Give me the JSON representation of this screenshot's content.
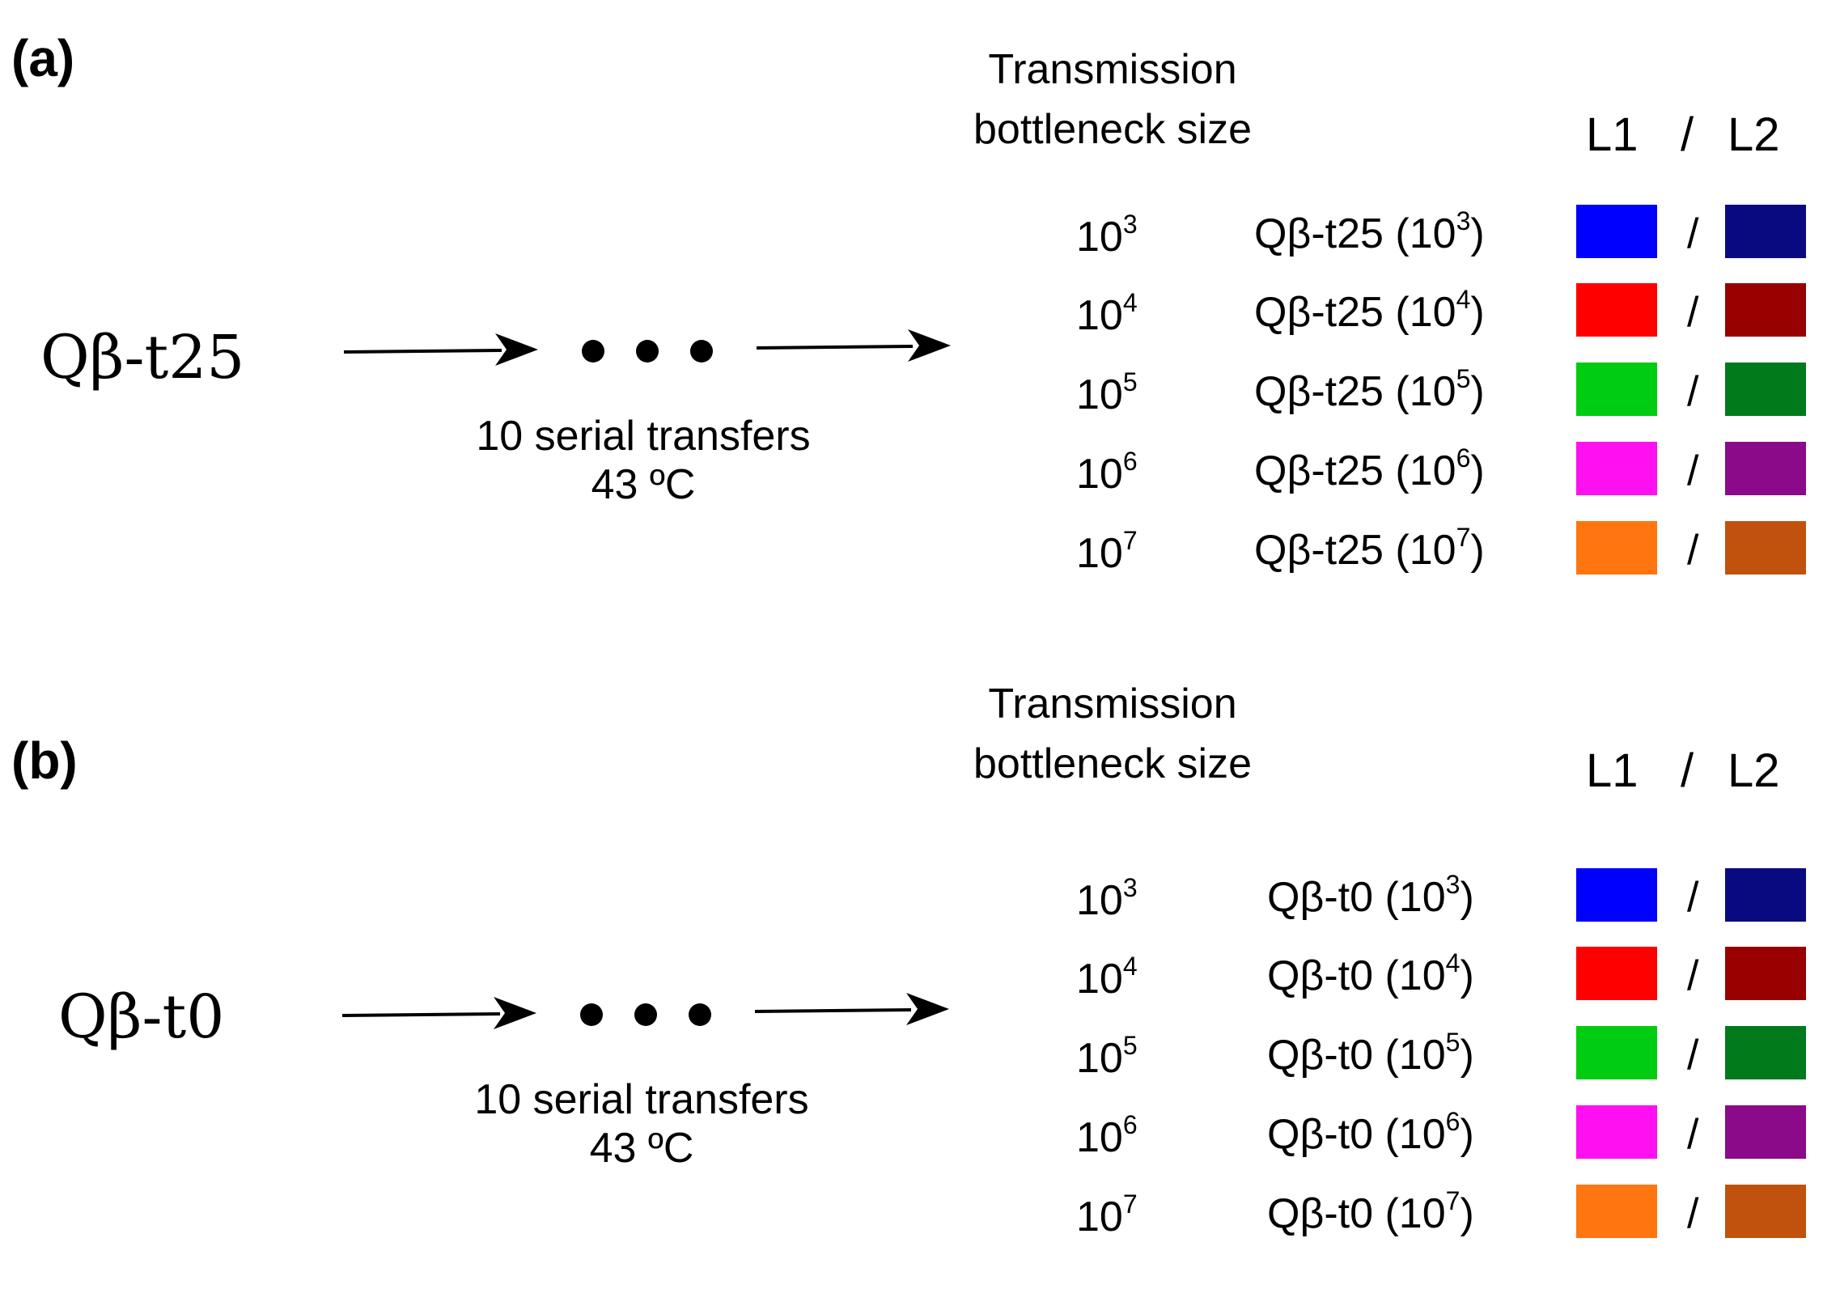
{
  "panels": [
    {
      "label": "(a)",
      "strain": "Qβ-t25",
      "transfer_line1": "10 serial transfers",
      "transfer_line2": "43 ºC",
      "table_title_line1": "Transmission",
      "table_title_line2": "bottleneck size",
      "lineage_l1": "L1",
      "lineage_sep": "/",
      "lineage_l2": "L2",
      "rows": [
        {
          "base": "10",
          "exp": "3",
          "name_prefix": "Qβ-t25 (10",
          "name_suffix": ")",
          "l1_color": "#0000ff",
          "l2_color": "#0a0a80"
        },
        {
          "base": "10",
          "exp": "4",
          "name_prefix": "Qβ-t25 (10",
          "name_suffix": ")",
          "l1_color": "#ff0000",
          "l2_color": "#990000"
        },
        {
          "base": "10",
          "exp": "5",
          "name_prefix": "Qβ-t25 (10",
          "name_suffix": ")",
          "l1_color": "#00cc11",
          "l2_color": "#007a1a"
        },
        {
          "base": "10",
          "exp": "6",
          "name_prefix": "Qβ-t25 (10",
          "name_suffix": ")",
          "l1_color": "#ff10f0",
          "l2_color": "#8a0a8a"
        },
        {
          "base": "10",
          "exp": "7",
          "name_prefix": "Qβ-t25 (10",
          "name_suffix": ")",
          "l1_color": "#ff7510",
          "l2_color": "#c0520e"
        }
      ]
    },
    {
      "label": "(b)",
      "strain": "Qβ-t0",
      "transfer_line1": "10 serial transfers",
      "transfer_line2": "43 ºC",
      "table_title_line1": "Transmission",
      "table_title_line2": "bottleneck size",
      "lineage_l1": "L1",
      "lineage_sep": "/",
      "lineage_l2": "L2",
      "rows": [
        {
          "base": "10",
          "exp": "3",
          "name_prefix": "Qβ-t0 (10",
          "name_suffix": ")",
          "l1_color": "#0000ff",
          "l2_color": "#0a0a80"
        },
        {
          "base": "10",
          "exp": "4",
          "name_prefix": "Qβ-t0 (10",
          "name_suffix": ")",
          "l1_color": "#ff0000",
          "l2_color": "#990000"
        },
        {
          "base": "10",
          "exp": "5",
          "name_prefix": "Qβ-t0 (10",
          "name_suffix": ")",
          "l1_color": "#00cc11",
          "l2_color": "#007a1a"
        },
        {
          "base": "10",
          "exp": "6",
          "name_prefix": "Qβ-t0 (10",
          "name_suffix": ")",
          "l1_color": "#ff10f0",
          "l2_color": "#8a0a8a"
        },
        {
          "base": "10",
          "exp": "7",
          "name_prefix": "Qβ-t0 (10",
          "name_suffix": ")",
          "l1_color": "#ff7510",
          "l2_color": "#c0520e"
        }
      ]
    }
  ]
}
